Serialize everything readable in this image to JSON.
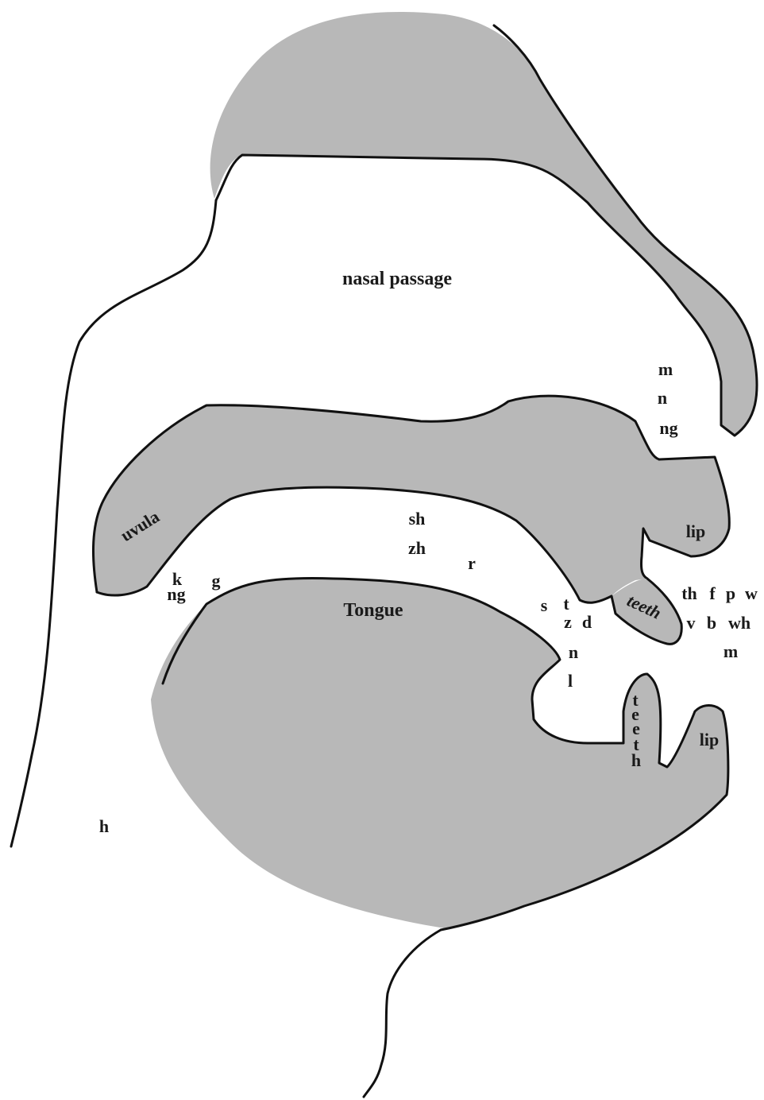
{
  "diagram": {
    "colors": {
      "tissue": "#b8b8b8",
      "outline": "#111111",
      "text": "#1a1a1a",
      "background": "#ffffff"
    },
    "regions": {
      "nasal_passage": "nasal passage",
      "uvula": "uvula",
      "tongue": "Tongue",
      "upper_lip": "lip",
      "lower_lip": "lip",
      "upper_teeth": "teeth"
    },
    "lower_teeth_letters": [
      "t",
      "e",
      "e",
      "t",
      "h"
    ],
    "sounds": {
      "nasal_m": "m",
      "nasal_n": "n",
      "nasal_ng": "ng",
      "velar_k": "k",
      "velar_ng": "ng",
      "velar_g": "g",
      "palatal_sh": "sh",
      "palatal_zh": "zh",
      "palatal_r": "r",
      "alveolar_s": "s",
      "alveolar_t": "t",
      "alveolar_z": "z",
      "alveolar_d": "d",
      "alveolar_n": "n",
      "alveolar_l": "l",
      "dental_th": "th",
      "labiodental_f": "f",
      "labial_p": "p",
      "labial_w": "w",
      "labiodental_v": "v",
      "labial_b": "b",
      "labial_wh": "wh",
      "labial_m": "m",
      "glottal_h": "h"
    }
  }
}
